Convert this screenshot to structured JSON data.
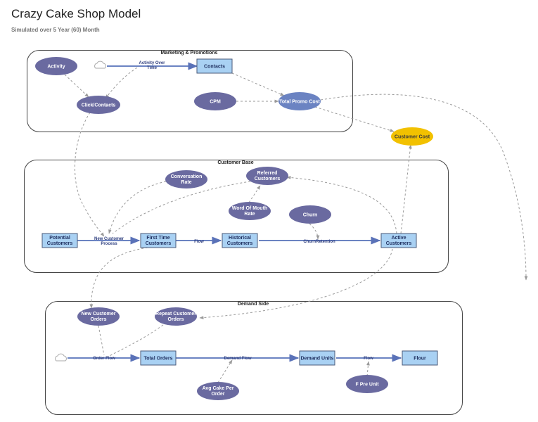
{
  "header": {
    "title": "Crazy Cake Shop Model",
    "subtitle": "Simulated over 5 Year (60) Month"
  },
  "groups": {
    "marketing": "Marketing & Promotions",
    "customer_base": "Customer Base",
    "demand_side": "Demand Side"
  },
  "nodes": {
    "activity": "Activity",
    "click_contacts": "Click/Contacts",
    "contacts": "Contacts",
    "cpm": "CPM",
    "total_promo_cost": "Total Promo Cost",
    "customer_cost": "Customer Cost",
    "conversation_rate": [
      "Conversation",
      "Rate"
    ],
    "referred_customers": [
      "Referred",
      "Customers"
    ],
    "word_of_mouth_rate": [
      "Word Of Mouth",
      "Rate"
    ],
    "churn": "Churn",
    "potential_customers": [
      "Potential",
      "Customers"
    ],
    "first_time_customers": [
      "First Time",
      "Customers"
    ],
    "historical_customers": [
      "Historical",
      "Customers"
    ],
    "active_customers": [
      "Active",
      "Customers"
    ],
    "new_customer_orders": [
      "New Customer",
      "Orders"
    ],
    "repeat_customer_orders": [
      "Repeat Customer",
      "Orders"
    ],
    "total_orders": "Total Orders",
    "demand_units": "Demand Units",
    "flour": "Flour",
    "avg_cake_per_order": [
      "Avg Cake Per",
      "Order"
    ],
    "f_pre_unit": "F Pre Unit"
  },
  "flows": {
    "activity_over_time": [
      "Activity Over",
      "Time"
    ],
    "new_customer_process": [
      "New Customer",
      "Process"
    ],
    "flow_first_hist": "Flow",
    "churn_retention": "ChurnRetention",
    "order_flow": "Order Flow",
    "demand_flow": "Demand Flow",
    "flow_demand_flour": "Flow"
  },
  "colors": {
    "variable_fill": "#6a6aa0",
    "variable_text": "#ffffff",
    "stock_fill": "#a9d1f3",
    "stock_border": "#4a5a7a",
    "promo_fill": "#6b83c2",
    "customer_cost_fill": "#f2c100",
    "flow_line": "#6b83c2",
    "link_line": "#9a9a9a"
  },
  "icons": {
    "source_cloud": "cloud-icon"
  }
}
